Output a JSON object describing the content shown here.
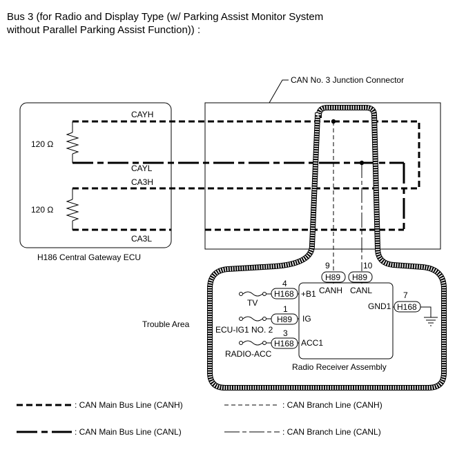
{
  "title": {
    "line1": "Bus 3 (for Radio and Display Type (w/ Parking Assist Monitor System",
    "line2": "without Parallel Parking Assist Function)) :"
  },
  "junction": {
    "label": "CAN No. 3 Junction Connector"
  },
  "gateway": {
    "label": "H186  Central Gateway ECU",
    "resistor_top": "120 Ω",
    "resistor_bottom": "120 Ω",
    "pins": {
      "cayh": "CAYH",
      "cayl": "CAYL",
      "ca3h": "CA3H",
      "ca3l": "CA3L"
    }
  },
  "radio": {
    "label": "Radio Receiver Assembly",
    "canh": {
      "pin": "9",
      "connector": "H89",
      "name": "CANH"
    },
    "canl": {
      "pin": "10",
      "connector": "H89",
      "name": "CANL"
    },
    "b1": {
      "pin": "4",
      "connector": "H168",
      "name": "+B1",
      "fuse": "TV"
    },
    "ig": {
      "pin": "1",
      "connector": "H89",
      "name": "IG",
      "fuse": "ECU-IG1 NO. 2"
    },
    "acc": {
      "pin": "3",
      "connector": "H168",
      "name": "ACC1",
      "fuse": "RADIO-ACC"
    },
    "gnd": {
      "pin": "7",
      "connector": "H168",
      "name": "GND1"
    }
  },
  "trouble_area": "Trouble Area",
  "legend": {
    "main_canh": ": CAN Main Bus Line (CANH)",
    "main_canl": ": CAN Main Bus Line (CANL)",
    "branch_canh": ": CAN Branch Line (CANH)",
    "branch_canl": ": CAN Branch Line (CANL)"
  }
}
